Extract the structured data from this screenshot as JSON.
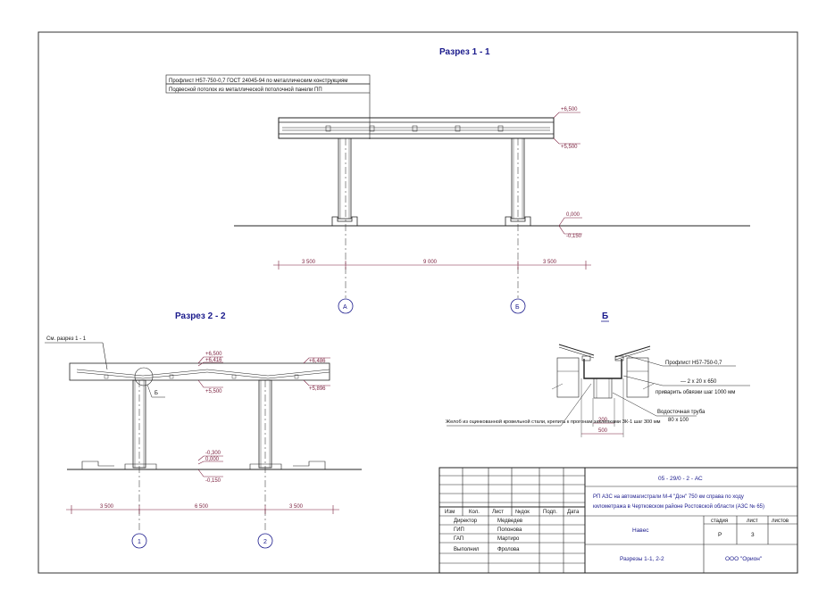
{
  "titles": {
    "section11": "Разрез 1 - 1",
    "section22": "Разрез 2 - 2",
    "detail": "Б"
  },
  "notes": {
    "profile_full": "Профлист Н57-750-0,7 ГОСТ 24045-94 по металлическим конструкциям",
    "ceiling": "Подвесной потолок из металлической потолочной панели ПП",
    "see_section": "См. разрез 1 - 1",
    "node_ref": "Б"
  },
  "elevations": {
    "top": "+6,500",
    "bottom_beam": "+5,500",
    "zero": "0,000",
    "ground": "-0,150",
    "s2_top_left": "+6,500",
    "s2_mid": "+6,416",
    "s2_right": "+6,486",
    "s2_beam": "+5,500",
    "s2_right_beam": "+5,896",
    "s2_base": "-0,300",
    "s2_zero": "0,000",
    "s2_ground": "-0,150"
  },
  "dims": {
    "s1": [
      "3 500",
      "9 000",
      "3 500"
    ],
    "s2": [
      "3 500",
      "6 500",
      "3 500"
    ]
  },
  "axes": {
    "a": "А",
    "b": "Б",
    "one": "1",
    "two": "2"
  },
  "detail": {
    "profile": "Профлист Н57-750-0,7",
    "gutter_note": "Желоб из оцинкованной кровельной стали, крепить к прогонам заклепками ЗК-1 шаг 300 мм",
    "bolts": "— 2 х 20 х 650",
    "bolts2": "приварить обвязки шаг 1000 мм",
    "pipe": "Водосточная труба",
    "pipe2": "80 х 100",
    "dim1": "200",
    "dim2": "500"
  },
  "stamp": {
    "code": "05 - 29/0 - 2 - АС",
    "project_line1": "РП АЗС на автомагистрали М-4 \"Дон\" 750 км справа по ходу",
    "project_line2": "километража в Чертковском районе Ростовской области (АЗС № 65)",
    "headers": [
      "Изм",
      "Кол.",
      "Лист",
      "№док",
      "Подп.",
      "Дата"
    ],
    "roles": [
      "Директор",
      "ГИП",
      "ГАП",
      "Выполнил"
    ],
    "names": [
      "Медведев",
      "Попонова",
      "Мартиро",
      "Фролова"
    ],
    "object": "Навес",
    "stage_h": "стадия",
    "sheet_h": "лист",
    "sheets_h": "листов",
    "stage": "Р",
    "sheet": "3",
    "sheets": "",
    "drawing": "Разрезы 1-1, 2-2",
    "company": "ООО \"Орион\""
  }
}
